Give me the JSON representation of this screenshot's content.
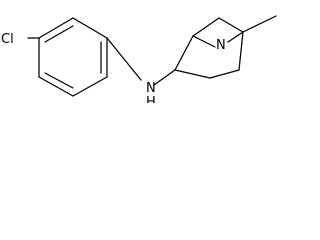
{
  "molecule": {
    "atom_labels": {
      "chlorine": "Cl",
      "amine_nh": "N",
      "amine_h": "H",
      "bridge_n": "N"
    }
  }
}
